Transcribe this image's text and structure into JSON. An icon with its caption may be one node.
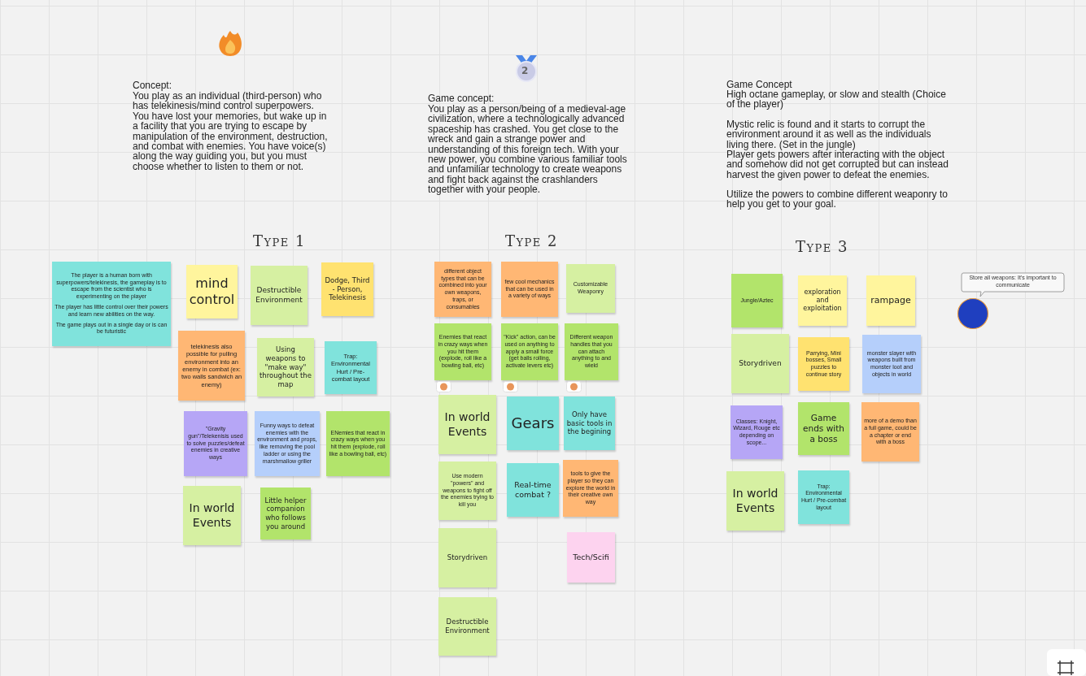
{
  "diagram": {
    "nodes": [
      {
        "text": [
          "The player is a human born with superpowers/telekinesis, the gameplay is to escape from the scientist who is experimenting on the player",
          "The player has little control over their powers and learn new abilities on the way.",
          "The game plays out in a single day or is can be futuristic"
        ]
      },
      {
        "text": [
          "mind control"
        ]
      },
      {
        "text": [
          "Destructible Environment"
        ]
      },
      {
        "text": [
          "Dodge, Third - Person, Telekinesis"
        ]
      },
      {
        "text": [
          "telekinesis also possible for pulling environment into an enemy in combat (ex: two walls sandwich an enemy)"
        ]
      },
      {
        "text": [
          "Using weapons to \"make way\" throughout the map"
        ]
      },
      {
        "text": [
          "Trap: Environmental Hurt / Pre-combat layout"
        ]
      },
      {
        "text": [
          "\"Gravity gun\"/Telekenisis used to solve puzzles/defeat enemies in creative ways"
        ]
      },
      {
        "text": [
          "Funny ways to defeat enemies with the environment and props, like removing the pool ladder or using the marshmallow griller"
        ]
      },
      {
        "text": [
          "ENemies that react in crazy ways when you hit them (explode, roll like a bowling ball, etc)"
        ]
      },
      {
        "text": [
          "In world Events"
        ]
      },
      {
        "text": [
          "Little helper companion who follows you around"
        ]
      },
      {
        "text": [
          "different object types that can be combined into your own weapons, traps, or consumables"
        ]
      },
      {
        "text": [
          "few cool mechanics that can be used in a variety of ways"
        ]
      },
      {
        "text": [
          "Customizable Weaponry"
        ]
      },
      {
        "text": [
          "Enemies that react in crazy ways when you hit them (explode, roll like a bowling ball, etc)"
        ]
      },
      {
        "text": [
          "\"Kick\" action, can be used on anything to apply a small force (get balls rolling, activate levers etc)"
        ]
      },
      {
        "text": [
          "Different weapon handles that you can attach anything to and wield"
        ]
      },
      {
        "text": [
          "In world Events"
        ]
      },
      {
        "text": [
          "Gears"
        ]
      },
      {
        "text": [
          "Only have basic tools in the begining"
        ]
      },
      {
        "text": [
          "Use modern \"powers\" and weapons to fight off the enemies trying to kill you"
        ]
      },
      {
        "text": [
          "Real-time combat ?"
        ]
      },
      {
        "text": [
          "tools to give the player so they can explore the world in their creative own way"
        ]
      },
      {
        "text": [
          "Storydriven"
        ]
      },
      {
        "text": [
          "Tech/Scifi"
        ]
      },
      {
        "text": [
          "Destructible Environment"
        ]
      },
      {
        "text": [
          "Jungle/Aztec"
        ]
      },
      {
        "text": [
          "exploration and exploitation"
        ]
      },
      {
        "text": [
          "rampage"
        ]
      },
      {
        "text": [
          "Storydriven"
        ]
      },
      {
        "text": [
          "Parrying, Mini bosses, Small puzzles to continue story"
        ]
      },
      {
        "text": [
          "monster slayer with weapons built from monster loot and objects in world"
        ]
      },
      {
        "text": [
          "Classes: Knight, Wizard, Rouge etc depending on scope..."
        ]
      },
      {
        "text": [
          "Game ends with a boss"
        ]
      },
      {
        "text": [
          "more of a demo than a full game, could be a chapter or end with a boss"
        ]
      },
      {
        "text": [
          "In world Events"
        ]
      },
      {
        "text": [
          "Trap: Environmental Hurt / Pre-combat layout"
        ]
      },
      {
        "text": [
          "Store all weapons: It's important to communicate"
        ]
      }
    ],
    "edges": [],
    "labels": [
      "2",
      "Concept:",
      "You play as an individual (third-person) who has telekinesis/mind control superpowers. You have lost your memories, but wake up in a facility that you are trying to escape by manipulation of the environment, destruction, and combat with enemies. You have voice(s) along the way guiding you, but you must choose whether to listen to them or not.",
      "Game concept:",
      "You play as a person/being of a medieval-age civilization, where a technologically advanced spaceship has crashed. You get close to the wreck and gain a strange power and understanding of this foreign tech. With your new power, you combine various familiar tools and unfamiliar technology to create weapons and fight back against the crashlanders together with your people.",
      "Game Concept",
      "High octane gameplay, or slow and stealth (Choice of the player)",
      "Mystic relic is found and it starts to corrupt the environment around it as well as the individuals living there. (Set in the jungle)",
      "Player gets powers after interacting with the object and somehow did not get corrupted but can instead harvest the given power to defeat the enemies.",
      "Utilize the powers to combine different weaponry to help you get to your goal.",
      "Type 1",
      "Type 2",
      "Type 3"
    ]
  }
}
